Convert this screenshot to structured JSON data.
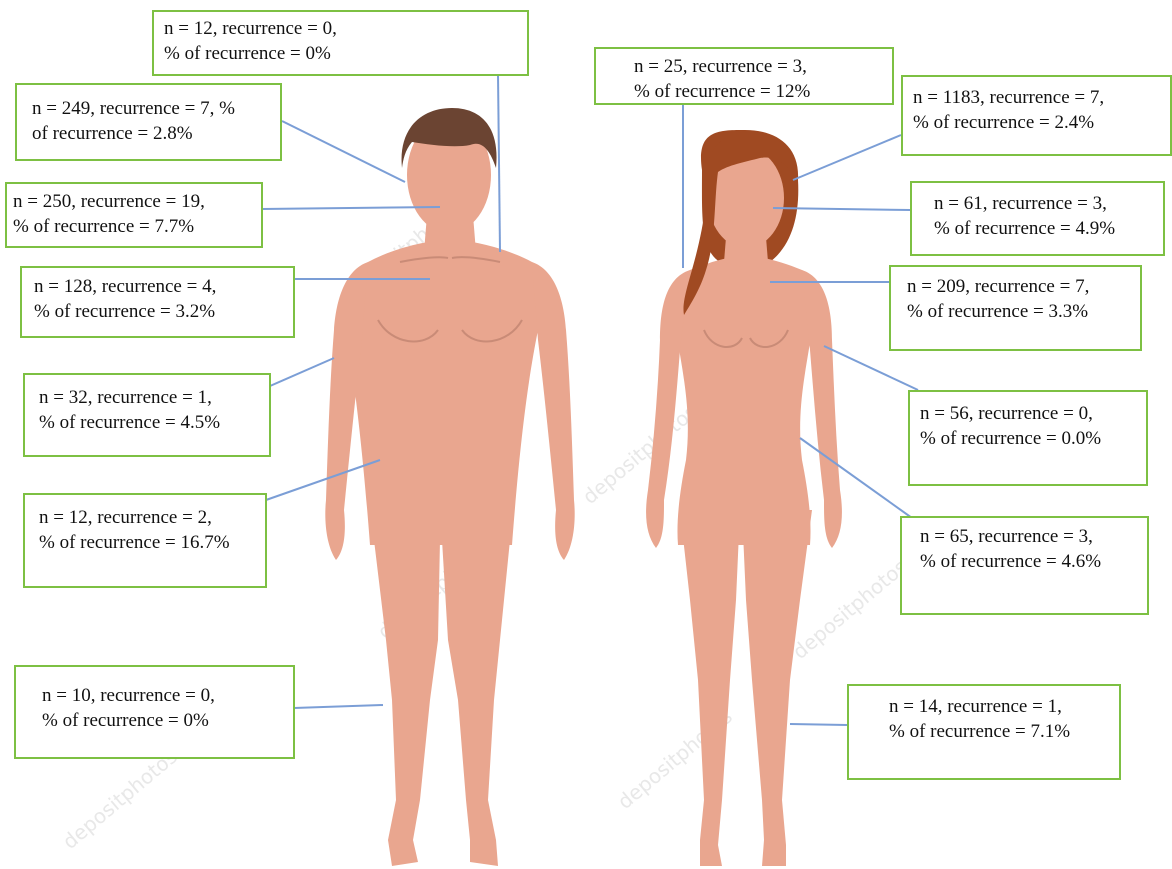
{
  "colors": {
    "skin": "#e9a68f",
    "skin_line": "#c98b77",
    "male_hair": "#6b4432",
    "female_hair": "#a04a22",
    "leader_line": "#7b9ed6",
    "box_border": "#7dc043"
  },
  "watermark": "depositphotos",
  "male": {
    "scalp": {
      "line1": "n = 12, recurrence = 0,",
      "line2": "% of recurrence = 0%"
    },
    "upper_face": {
      "line1": "n = 249, recurrence = 7,  %",
      "line2": "of recurrence = 2.8%"
    },
    "face": {
      "line1": "n = 250, recurrence = 19,",
      "line2": "% of recurrence = 7.7%"
    },
    "neck": {
      "line1": "n = 128, recurrence = 4,",
      "line2": "% of recurrence = 3.2%"
    },
    "upper_limb": {
      "line1": "n = 32, recurrence = 1,",
      "line2": "% of recurrence = 4.5%"
    },
    "trunk": {
      "line1": "n = 12, recurrence = 2,",
      "line2": "% of recurrence = 16.7%"
    },
    "lower_limb": {
      "line1": "n = 10, recurrence = 0,",
      "line2": "% of recurrence = 0%"
    }
  },
  "female": {
    "scalp": {
      "line1": "n = 25, recurrence = 3,",
      "line2": "% of recurrence = 12%"
    },
    "upper_face": {
      "line1": "n = 1183, recurrence = 7,",
      "line2": "% of recurrence = 2.4%"
    },
    "face": {
      "line1": "n = 61, recurrence = 3,",
      "line2": "% of recurrence = 4.9%"
    },
    "neck": {
      "line1": "n = 209, recurrence = 7,",
      "line2": "% of recurrence = 3.3%"
    },
    "upper_limb": {
      "line1": "n = 56, recurrence = 0,",
      "line2": "% of recurrence = 0.0%"
    },
    "trunk": {
      "line1": "n = 65, recurrence = 3,",
      "line2": "% of recurrence = 4.6%"
    },
    "lower_limb": {
      "line1": "n = 14, recurrence = 1,",
      "line2": "% of recurrence = 7.1%"
    }
  }
}
